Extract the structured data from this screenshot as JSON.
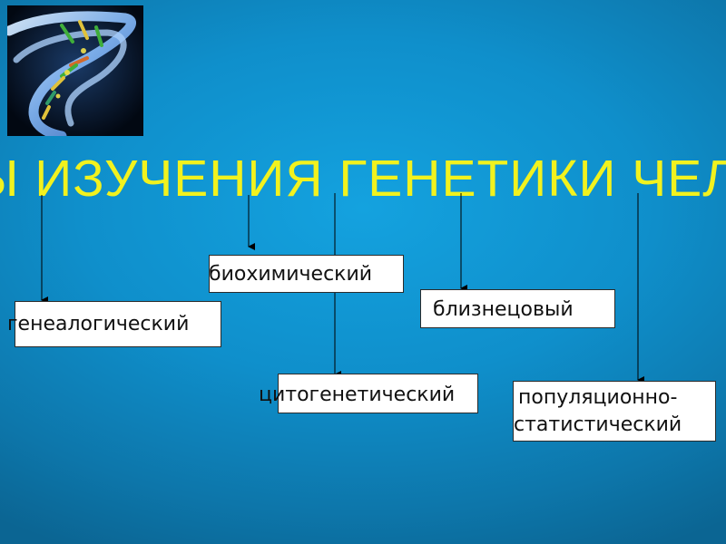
{
  "slide": {
    "title": "Ы ИЗУЧЕНИЯ ГЕНЕТИКИ ЧЕЛ",
    "colors": {
      "background": "#1199d6",
      "title": "#f2f21e",
      "box_fill": "#ffffff",
      "box_border": "#2b2b2b",
      "arrow": "#000000"
    },
    "image": {
      "icon": "dna-double-helix-image"
    },
    "methods": [
      {
        "id": "genealogical",
        "label": "генеалогический"
      },
      {
        "id": "biochemical",
        "label": "биохимический"
      },
      {
        "id": "twin",
        "label": "близнецовый"
      },
      {
        "id": "cytogenetic",
        "label": "цитогенетический"
      },
      {
        "id": "population",
        "line1": "популяционно-",
        "line2": "статистический"
      }
    ]
  }
}
